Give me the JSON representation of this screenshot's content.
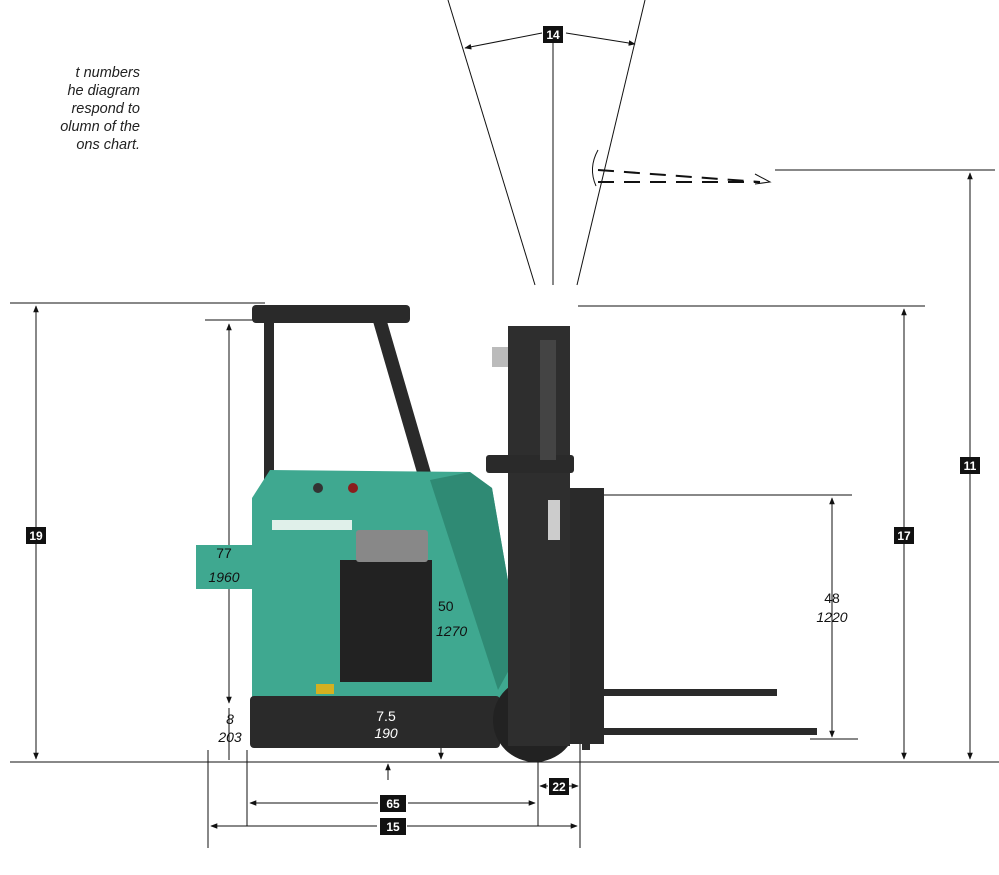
{
  "note": {
    "lines": [
      "t numbers",
      "he diagram",
      "respond to",
      "olumn of the",
      "ons chart."
    ]
  },
  "tags": {
    "t14": "14",
    "t11": "11",
    "t19": "19",
    "t17": "17",
    "t15": "15",
    "t65": "65",
    "t22": "22"
  },
  "dims": {
    "overhead_guard": {
      "imperial": "77",
      "metric": "1960"
    },
    "step_height": {
      "imperial": "8",
      "metric": "203"
    },
    "step_platform": {
      "imperial": "7.5",
      "metric": "190"
    },
    "battery_height": {
      "imperial": "50",
      "metric": "1270"
    },
    "load_backrest": {
      "imperial": "48",
      "metric": "1220"
    }
  },
  "colors": {
    "body": "#3fa890",
    "frame": "#2a2a2a",
    "line": "#111111"
  }
}
